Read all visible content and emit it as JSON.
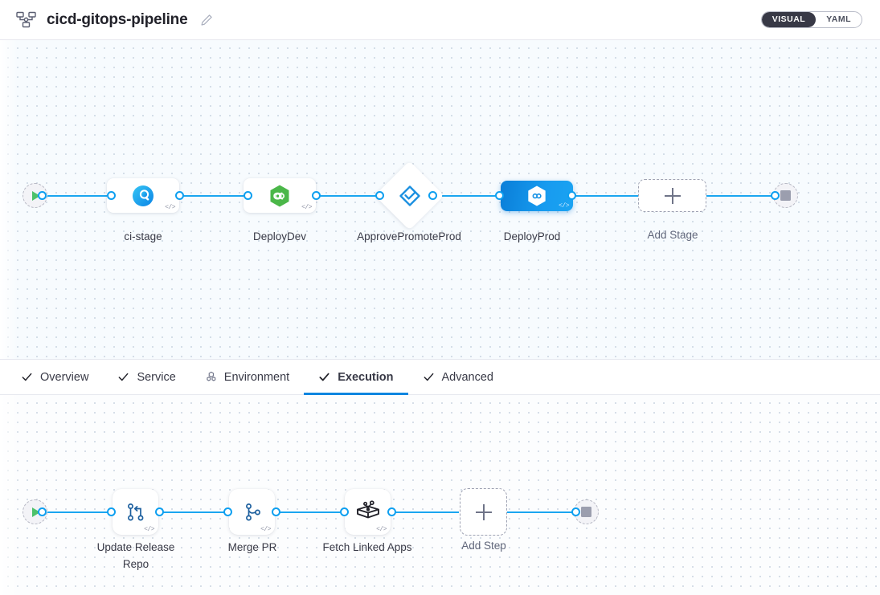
{
  "header": {
    "pipeline_icon": "pipeline-hierarchy-icon",
    "title": "cicd-gitops-pipeline",
    "edit_icon": "pencil-icon",
    "mode_toggle": {
      "options": [
        {
          "label": "VISUAL",
          "active": true
        },
        {
          "label": "YAML",
          "active": false
        }
      ],
      "active_bg": "#383946"
    }
  },
  "stages_canvas": {
    "start_node": {
      "icon": "play-icon",
      "color": "#4dc16a"
    },
    "end_node": {
      "icon": "stop-square-icon",
      "color": "#9b9eae"
    },
    "accent": "#1ba6f0",
    "nodes": [
      {
        "label": "ci-stage",
        "type": "stage",
        "icon": "harness-ci-icon",
        "code_badge": "</>",
        "selected": false
      },
      {
        "label": "DeployDev",
        "type": "stage",
        "icon": "green-hexagon-deploy-icon",
        "code_badge": "</>",
        "selected": false
      },
      {
        "label": "ApprovePromoteProd",
        "type": "approval",
        "icon": "approval-diamond-check-icon",
        "selected": false
      },
      {
        "label": "DeployProd",
        "type": "stage",
        "icon": "white-hexagon-deploy-icon",
        "code_badge": "</>",
        "selected": true
      },
      {
        "label": "Add Stage",
        "type": "add",
        "icon": "plus-icon"
      }
    ]
  },
  "tabs": [
    {
      "label": "Overview",
      "icon": "check-icon",
      "active": false
    },
    {
      "label": "Service",
      "icon": "check-icon",
      "active": false
    },
    {
      "label": "Environment",
      "icon": "hexagon-cluster-icon",
      "active": false
    },
    {
      "label": "Execution",
      "icon": "check-icon",
      "active": true
    },
    {
      "label": "Advanced",
      "icon": "check-icon",
      "active": false
    }
  ],
  "steps_canvas": {
    "start_node": {
      "icon": "play-icon",
      "color": "#4dc16a"
    },
    "end_node": {
      "icon": "stop-square-icon",
      "color": "#9b9eae"
    },
    "accent": "#1ba6f0",
    "nodes": [
      {
        "label": "Update Release Repo",
        "type": "step",
        "icon": "git-update-branch-icon",
        "code_badge": "</>"
      },
      {
        "label": "Merge PR",
        "type": "step",
        "icon": "git-merge-icon",
        "code_badge": "</>"
      },
      {
        "label": "Fetch Linked Apps",
        "type": "step",
        "icon": "harness-box-icon",
        "code_badge": "</>"
      },
      {
        "label": "Add Step",
        "type": "add",
        "icon": "plus-icon"
      }
    ]
  }
}
